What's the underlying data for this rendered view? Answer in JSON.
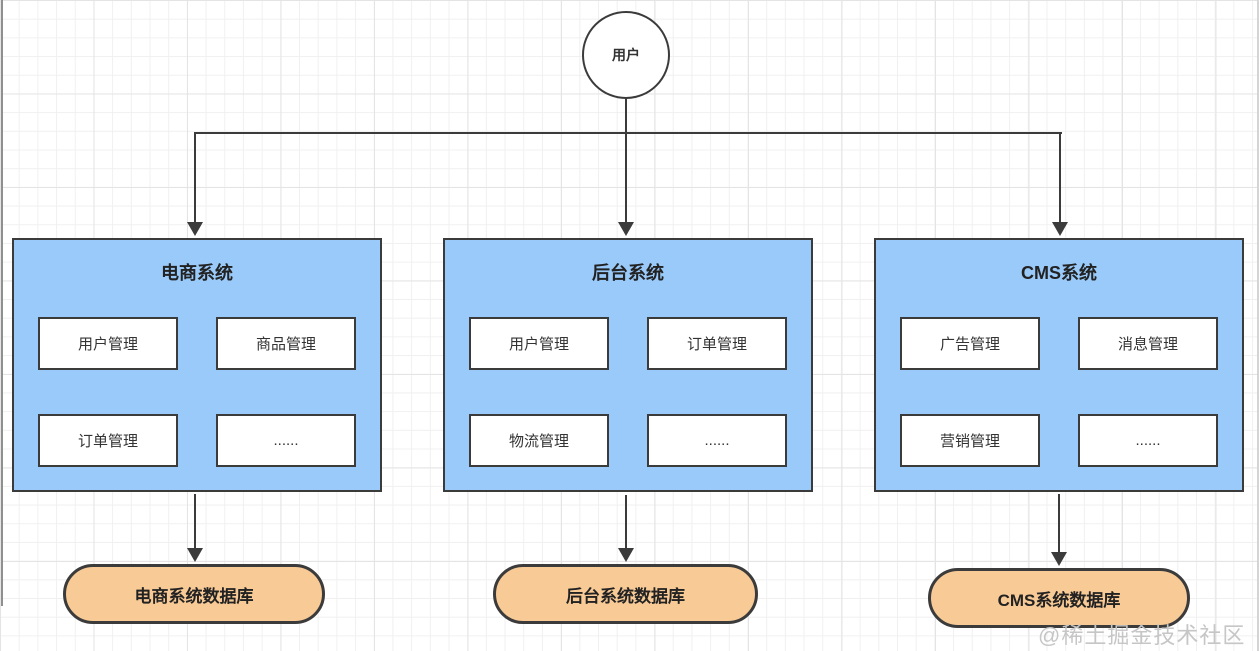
{
  "watermark": {
    "text": "@稀土掘金技术社区"
  },
  "colors": {
    "system_fill": "#99cafa",
    "database_fill": "#f8ca96",
    "stroke": "#3b3b3b",
    "grid_minor": "#f0f0f0",
    "grid_major": "#e4e4e4",
    "watermark_text": "#c6c6c6"
  },
  "diagram": {
    "user_node": {
      "label": "用户"
    },
    "systems": [
      {
        "title": "电商系统",
        "modules": [
          "用户管理",
          "商品管理",
          "订单管理",
          "......"
        ],
        "database": "电商系统数据库"
      },
      {
        "title": "后台系统",
        "modules": [
          "用户管理",
          "订单管理",
          "物流管理",
          "......"
        ],
        "database": "后台系统数据库"
      },
      {
        "title": "CMS系统",
        "modules": [
          "广告管理",
          "消息管理",
          "营销管理",
          "......"
        ],
        "database": "CMS系统数据库"
      }
    ]
  }
}
